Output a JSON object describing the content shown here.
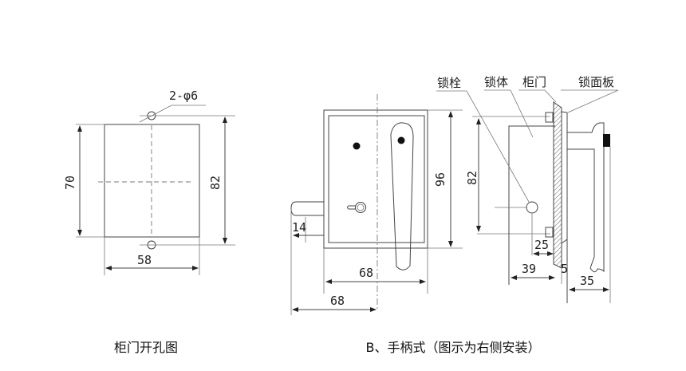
{
  "cutout_view": {
    "hole_label": "2-φ6",
    "dim_height_inner": "70",
    "dim_height_outer": "82",
    "dim_width": "58",
    "caption": "柜门开孔图"
  },
  "front_view": {
    "dim_bolt": "14",
    "dim_height": "96",
    "dim_width_body": "68",
    "dim_width_center": "68",
    "caption": "B、手柄式（图示为右侧安装）"
  },
  "side_view": {
    "labels": {
      "latch": "锁栓",
      "lock_body": "锁体",
      "cabinet_door": "柜门",
      "lock_panel": "锁面板"
    },
    "dim_height": "82",
    "dim_latch_offset": "25",
    "dim_body_depth": "39",
    "dim_panel": "5",
    "dim_handle_depth": "35"
  }
}
